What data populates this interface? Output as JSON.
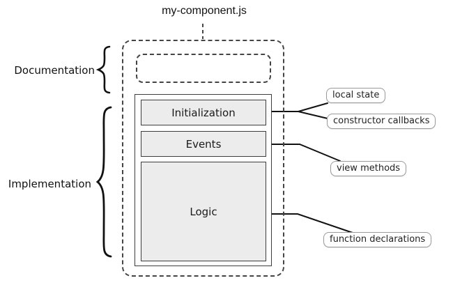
{
  "title": "my-component.js",
  "side_labels": {
    "documentation": "Documentation",
    "implementation": "Implementation"
  },
  "sections": {
    "initialization": "Initialization",
    "events": "Events",
    "logic": "Logic"
  },
  "callouts": {
    "local_state": "local state",
    "constructor_callbacks": "constructor callbacks",
    "view_methods": "view methods",
    "function_declarations": "function declarations"
  },
  "colors": {
    "line": "#111111",
    "dashed_border": "#444444",
    "section_fill": "#ececec",
    "section_border": "#3d3d3d",
    "callout_border": "#9a9a9a",
    "text": "#1a1a1a"
  }
}
